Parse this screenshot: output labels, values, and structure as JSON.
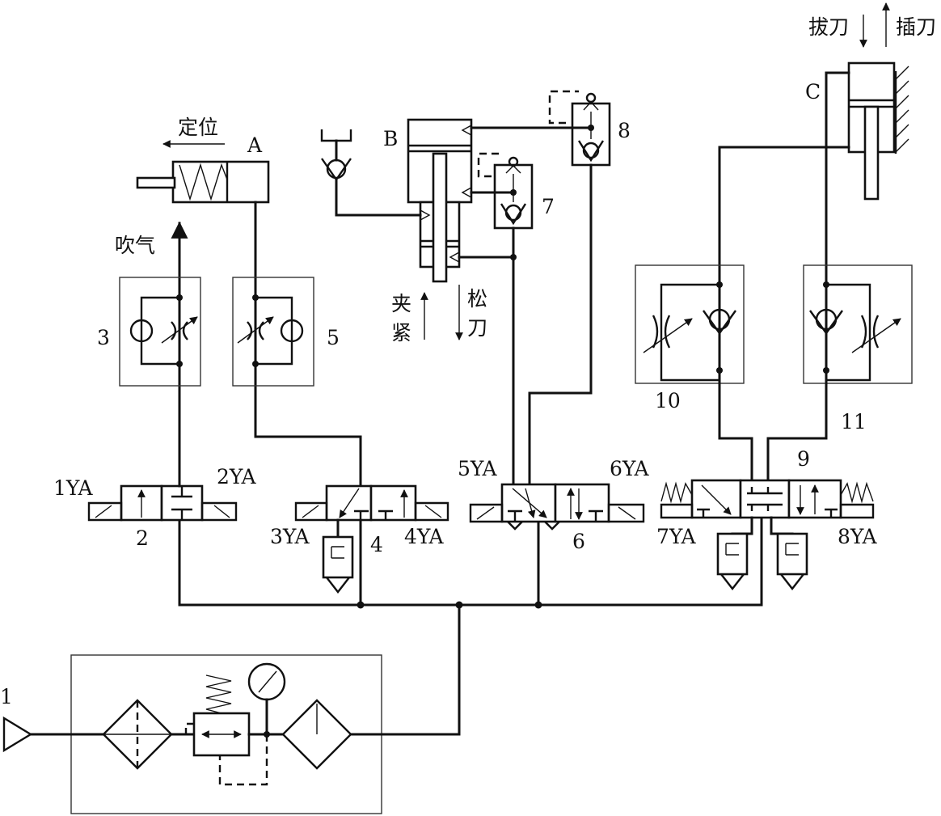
{
  "labels": {
    "A": "A",
    "B": "B",
    "C": "C",
    "n1": "1",
    "n2": "2",
    "n3": "3",
    "n4": "4",
    "n5": "5",
    "n6": "6",
    "n7": "7",
    "n8": "8",
    "n9": "9",
    "n10": "10",
    "n11": "11",
    "s1YA": "1YA",
    "s2YA": "2YA",
    "s3YA": "3YA",
    "s4YA": "4YA",
    "s5YA": "5YA",
    "s6YA": "6YA",
    "s7YA": "7YA",
    "s8YA": "8YA"
  },
  "chinese": {
    "dingwei": "定位",
    "chuiqi": "吹气",
    "jia": "夹",
    "jin": "紧",
    "song": "松",
    "dao_left": "刀",
    "badao": "拔刀",
    "chadao": "插刀"
  }
}
